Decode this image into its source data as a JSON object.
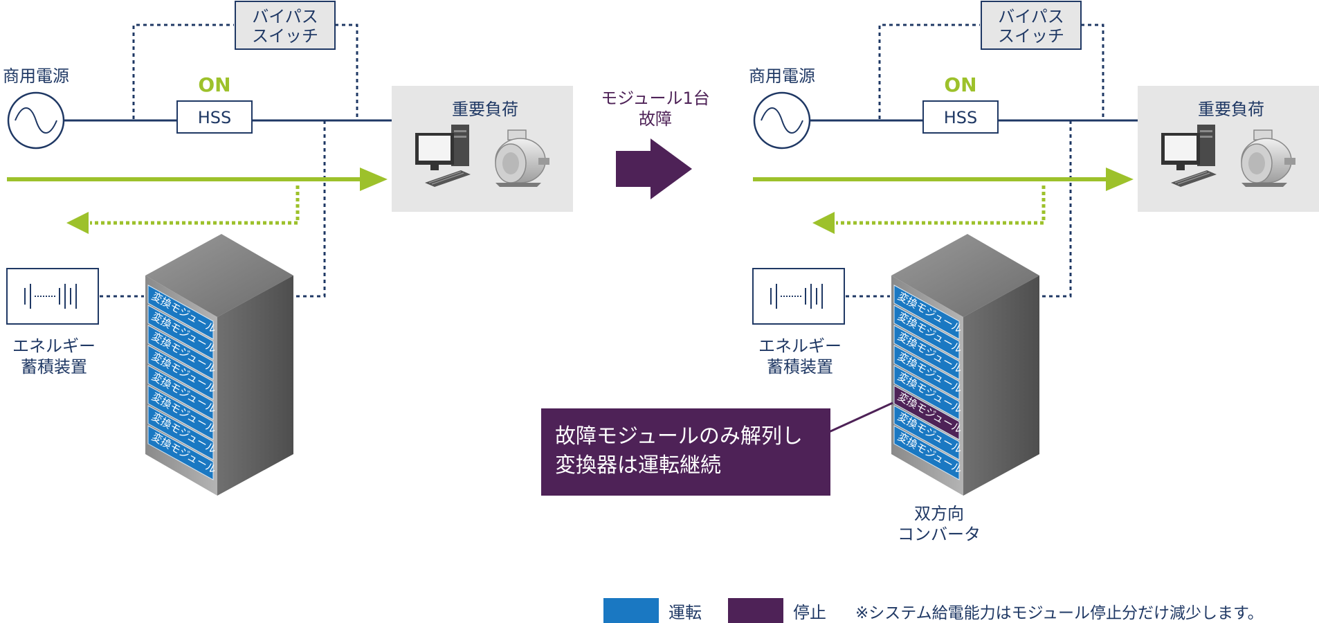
{
  "colors": {
    "navy": "#1f3864",
    "green": "#9dc12b",
    "running_blue": "#1a78c2",
    "stopped_purple": "#4e2257",
    "load_box_grey": "#e6e6e6"
  },
  "before": {
    "bypass_switch": [
      "バイパス",
      "スイッチ"
    ],
    "grid": "商用電源",
    "switch_state": "ON",
    "hss": "HSS",
    "load": "重要負荷",
    "storage": [
      "エネルギー",
      "蓄積装置"
    ],
    "modules": [
      "変換モジュール",
      "変換モジュール",
      "変換モジュール",
      "変換モジュール",
      "変換モジュール",
      "変換モジュール",
      "変換モジュール",
      "変換モジュール"
    ]
  },
  "transition": [
    "モジュール1台",
    "故障"
  ],
  "after": {
    "bypass_switch": [
      "バイパス",
      "スイッチ"
    ],
    "grid": "商用電源",
    "switch_state": "ON",
    "hss": "HSS",
    "load": "重要負荷",
    "storage": [
      "エネルギー",
      "蓄積装置"
    ],
    "modules": [
      "変換モジュール",
      "変換モジュール",
      "変換モジュール",
      "変換モジュール",
      "変換モジュール",
      "変換モジュール",
      "変換モジュール",
      "変換モジュール"
    ],
    "failed_module_index": 5,
    "callout": [
      "故障モジュールのみ解列し",
      "変換器は運転継続"
    ],
    "converter": [
      "双方向",
      "コンバータ"
    ]
  },
  "legend": {
    "running": "運転",
    "stopped": "停止",
    "note": "※システム給電能力はモジュール停止分だけ減少します。"
  }
}
